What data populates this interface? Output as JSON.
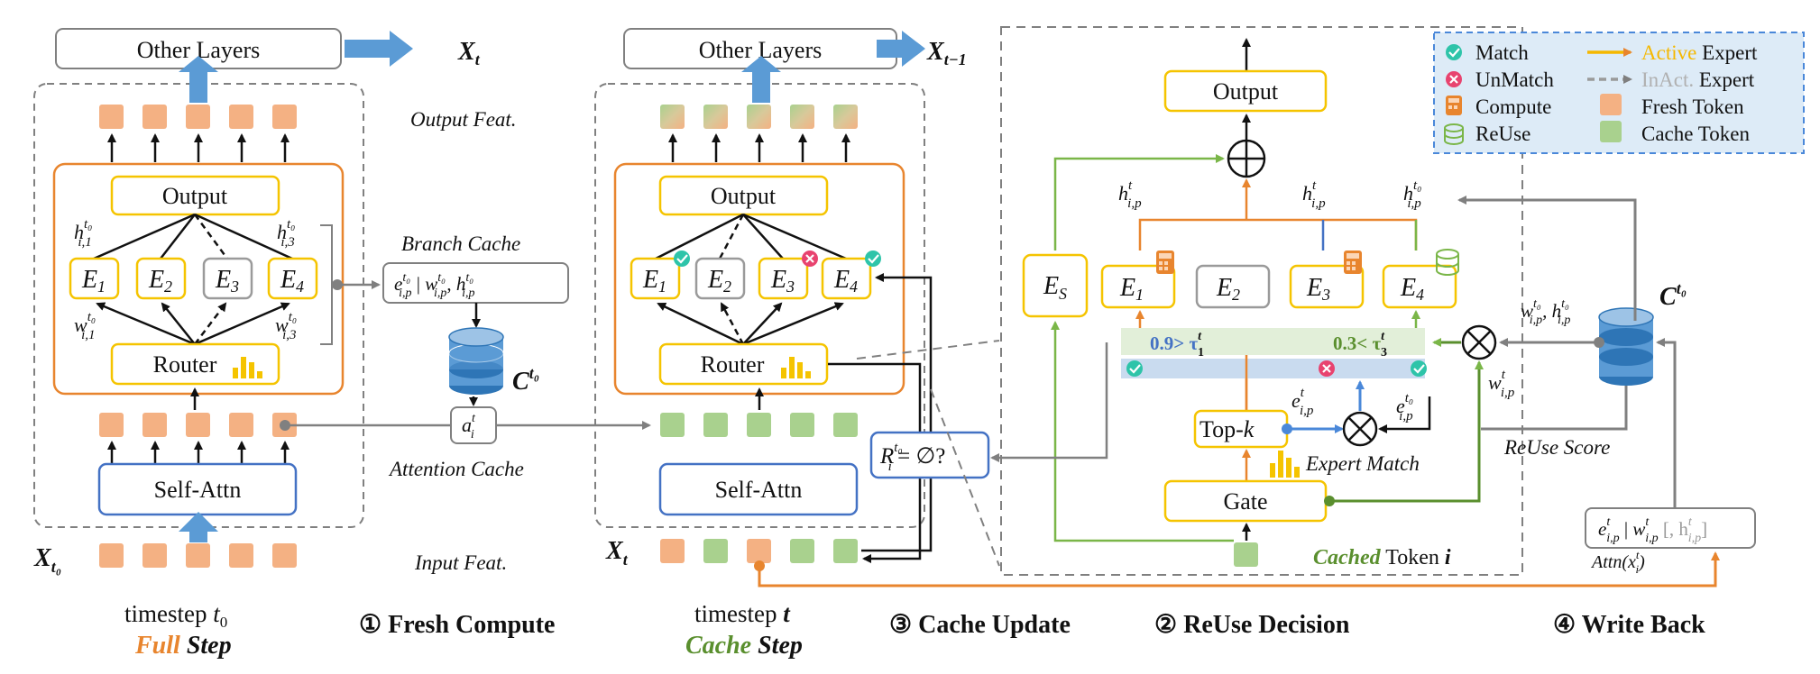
{
  "colors": {
    "orange": "#e8852e",
    "yellow": "#f5c400",
    "green": "#7ab648",
    "dark_green": "#5a8f2e",
    "blue": "#4a88d9",
    "gray": "#808080",
    "fresh_token": "#f4b183",
    "cache_token": "#a9d18e"
  },
  "top": {
    "other_layers_1": "Other Layers",
    "other_layers_2": "Other Layers",
    "x_t": "X",
    "x_t_sub": "t",
    "x_tm1": "X",
    "x_tm1_sub": "t−1",
    "output_feat": "Output Feat."
  },
  "left_block": {
    "output": "Output",
    "router": "Router",
    "self_attn": "Self-Attn",
    "experts": [
      "E",
      "E",
      "E",
      "E"
    ],
    "expert_subs": [
      "1",
      "2",
      "3",
      "4"
    ],
    "h1": "h",
    "h1_sup": "t₀",
    "h1_sub": "i,1",
    "h3": "h",
    "h3_sup": "t₀",
    "h3_sub": "i,3",
    "w1": "w",
    "w1_sup": "t₀",
    "w1_sub": "i,1",
    "w3": "w",
    "w3_sup": "t₀",
    "w3_sub": "i,3",
    "input_x": "X",
    "input_x_sub": "t₀"
  },
  "middle_labels": {
    "branch_cache": "Branch Cache",
    "branch_cache_content": "e",
    "bc_sup1": "t₀",
    "bc_sub1": "i,p",
    "bc_sep": " | ",
    "bc_w": "w",
    "bc_h": "h",
    "c_t0": "C",
    "c_t0_sup": "t₀",
    "attn_node": "a",
    "attn_sup": "t",
    "attn_sub": "i",
    "attention_cache": "Attention Cache",
    "input_feat": "Input Feat."
  },
  "right_block": {
    "output": "Output",
    "router": "Router",
    "self_attn": "Self-Attn",
    "experts": [
      "E",
      "E",
      "E",
      "E"
    ],
    "expert_subs": [
      "1",
      "2",
      "3",
      "4"
    ],
    "input_x": "X",
    "input_x_sub": "t",
    "r_query": "R",
    "r_sup": "t₀",
    "r_sub": "i",
    "r_rest": " = ∅?"
  },
  "detail": {
    "output": "Output",
    "es": "E",
    "es_sub": "S",
    "experts": [
      "E",
      "E",
      "E",
      "E"
    ],
    "expert_subs": [
      "1",
      "2",
      "3",
      "4"
    ],
    "h_t": "h",
    "h_t_sup": "t",
    "h_t_sub": "i,p",
    "h_t0": "h",
    "h_t0_sup": "t₀",
    "h_t0_sub": "i,p",
    "thr1": "0.9> τ",
    "thr1_sup": "t",
    "thr1_sub": "1",
    "thr3": "0.3< τ",
    "thr3_sup": "t",
    "thr3_sub": "3",
    "topk": "Top-",
    "topk_k": "k",
    "gate": "Gate",
    "e_t": "e",
    "e_t_sup": "t",
    "e_t_sub": "i,p",
    "e_t0": "e",
    "e_t0_sup": "t₀",
    "e_t0_sub": "i,p",
    "w_t": "w",
    "w_t_sup": "t",
    "w_t_sub": "i,p",
    "expert_match": "Expert Match",
    "cached_token_1": "Cached",
    "cached_token_2": " Token ",
    "cached_token_3": "i",
    "c_t0": "C",
    "c_t0_sup": "t₀",
    "wh_label": "w",
    "reuse_score": "ReUse Score",
    "wb_box_e": "e",
    "wb_box_gray": " [, h",
    "attn_x": "Attn(x",
    "attn_sup": "t",
    "attn_sub": "i",
    "attn_close": ")"
  },
  "legend": {
    "match": "Match",
    "unmatch": "UnMatch",
    "compute": "Compute",
    "reuse": "ReUse",
    "active": "Active",
    "active_rest": " Expert",
    "inact": "InAct.",
    "inact_rest": " Expert",
    "fresh": "Fresh Token",
    "cache": "Cache Token"
  },
  "bottom": {
    "timestep_t0": "timestep ",
    "timestep_t0_var": "t",
    "timestep_t0_sub": "0",
    "full": "Full",
    "full_step": " Step",
    "fresh_compute": "① Fresh Compute",
    "timestep_t": "timestep ",
    "timestep_t_var": "t",
    "cache": "Cache",
    "cache_step": " Step",
    "cache_update": "③ Cache Update",
    "reuse_decision": "② ReUse Decision",
    "write_back": "④ Write Back"
  }
}
